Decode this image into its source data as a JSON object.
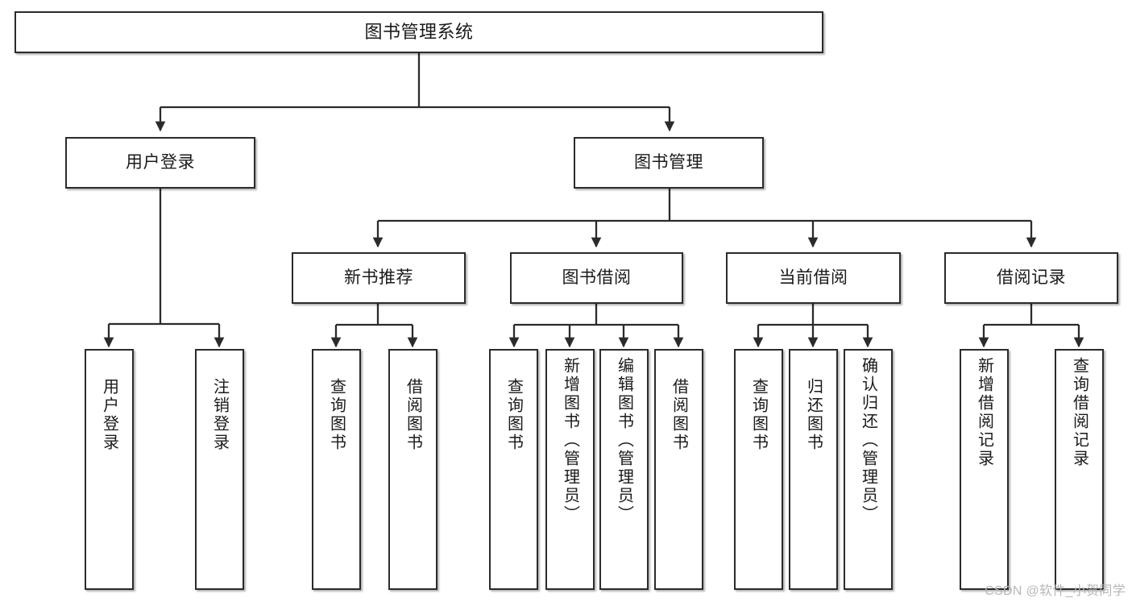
{
  "diagram": {
    "title": "图书管理系统",
    "type": "tree-hierarchy-chart",
    "watermark": "CSDN @软件_小贺同学",
    "colors": {
      "border": "#2b2b2b",
      "background": "#ffffff",
      "text": "#1a1a1a",
      "line": "#2b2b2b",
      "watermark": "#b7b7b7"
    },
    "levels": {
      "root": {
        "label": "图书管理系统"
      },
      "level2": [
        {
          "id": "user-login",
          "label": "用户登录"
        },
        {
          "id": "book-manage",
          "label": "图书管理"
        }
      ],
      "level3": [
        {
          "id": "new-book-recommend",
          "label": "新书推荐"
        },
        {
          "id": "book-borrow",
          "label": "图书借阅"
        },
        {
          "id": "current-borrow",
          "label": "当前借阅"
        },
        {
          "id": "borrow-record",
          "label": "借阅记录"
        }
      ],
      "leaves": {
        "user-login": [
          {
            "id": "leaf-user-login",
            "label": "用户登录"
          },
          {
            "id": "leaf-user-logout",
            "label": "注销登录"
          }
        ],
        "new-book-recommend": [
          {
            "id": "leaf-query-book-1",
            "label": "查询图书"
          },
          {
            "id": "leaf-borrow-book-1",
            "label": "借阅图书"
          }
        ],
        "book-borrow": [
          {
            "id": "leaf-query-book-2",
            "label": "查询图书"
          },
          {
            "id": "leaf-add-book",
            "label": "新增图书（管理员）"
          },
          {
            "id": "leaf-edit-book",
            "label": "编辑图书（管理员）"
          },
          {
            "id": "leaf-borrow-book-2",
            "label": "借阅图书"
          }
        ],
        "current-borrow": [
          {
            "id": "leaf-query-book-3",
            "label": "查询图书"
          },
          {
            "id": "leaf-return-book",
            "label": "归还图书"
          },
          {
            "id": "leaf-confirm-return",
            "label": "确认归还（管理员）"
          }
        ],
        "borrow-record": [
          {
            "id": "leaf-add-record",
            "label": "新增借阅记录"
          },
          {
            "id": "leaf-query-record",
            "label": "查询借阅记录"
          }
        ]
      }
    }
  }
}
